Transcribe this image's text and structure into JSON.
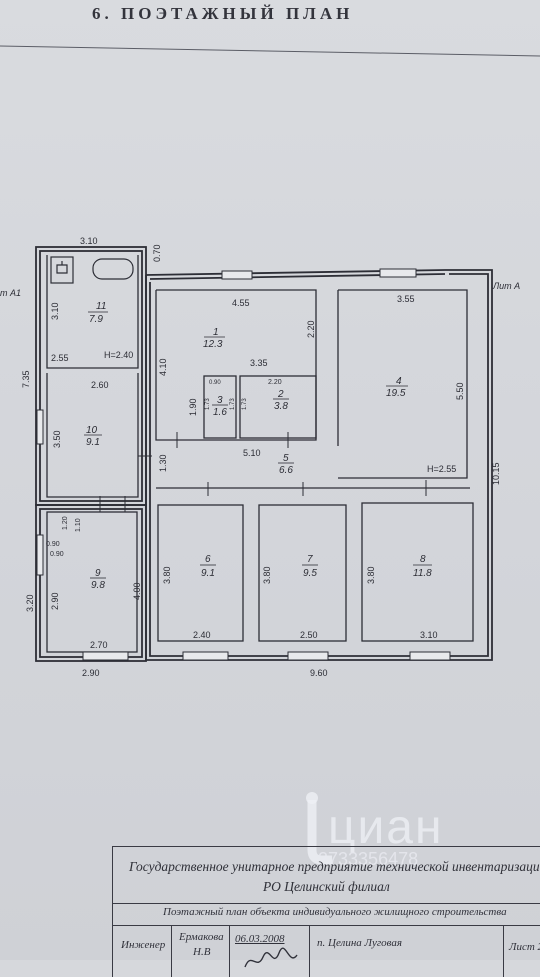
{
  "document": {
    "title": "6. ПОЭТАЖНЫЙ ПЛАН"
  },
  "plan": {
    "labels": {
      "lit_a1": "т А1",
      "lit_a": "Лит А",
      "height_1": "H=2.40",
      "height_2": "H=2.55"
    },
    "dimensions": {
      "top_310": "3.10",
      "top_070": "0.70",
      "r1_455": "4.55",
      "r1_220": "2.20",
      "r1_410": "4.10",
      "r4_355": "3.55",
      "r4_550": "5.50",
      "r11_310": "3.10",
      "r11_255": "2.55",
      "left_735": "7.35",
      "r10_260": "2.60",
      "r10_350": "3.50",
      "mid_335": "3.35",
      "r3_090": "0.90",
      "r3_173a": "1.73",
      "r3_173b": "1.73",
      "r2_220": "2.20",
      "r2_173": "1.73",
      "r1_190": "1.90",
      "r5_130": "1.30",
      "r5_510": "5.10",
      "right_1015": "10.15",
      "small_120": "1.20",
      "small_110": "1.10",
      "small_090a": "0.90",
      "small_090b": "0.90",
      "left_320": "3.20",
      "r9_290": "2.90",
      "r9_400": "4.00",
      "r9_270": "2.70",
      "r6_380": "3.80",
      "r6_240": "2.40",
      "r7_380": "3.80",
      "r7_250": "2.50",
      "r8_380": "3.80",
      "r8_310": "3.10",
      "bot_290": "2.90",
      "bot_960": "9.60"
    },
    "rooms": [
      {
        "num": "11",
        "area": "7.9"
      },
      {
        "num": "1",
        "area": "12.3"
      },
      {
        "num": "4",
        "area": "19.5"
      },
      {
        "num": "10",
        "area": "9.1"
      },
      {
        "num": "3",
        "area": "1.6"
      },
      {
        "num": "2",
        "area": "3.8"
      },
      {
        "num": "5",
        "area": "6.6"
      },
      {
        "num": "9",
        "area": "9.8"
      },
      {
        "num": "6",
        "area": "9.1"
      },
      {
        "num": "7",
        "area": "9.5"
      },
      {
        "num": "8",
        "area": "11.8"
      }
    ]
  },
  "watermark": {
    "brand": "циан",
    "number": "2733356478"
  },
  "stamp": {
    "org": "Государственное унитарное предприятие технической инвентаризаци",
    "branch": "РО Целинский филиал",
    "description": "Поэтажный план объекта индивидуального жилищного строительства",
    "role": "Инженер",
    "name": "Ермакова",
    "initials": "Н.В",
    "date": "06.03.2008",
    "address": "п. Целина  Луговая",
    "sheet": "Лист 2"
  }
}
